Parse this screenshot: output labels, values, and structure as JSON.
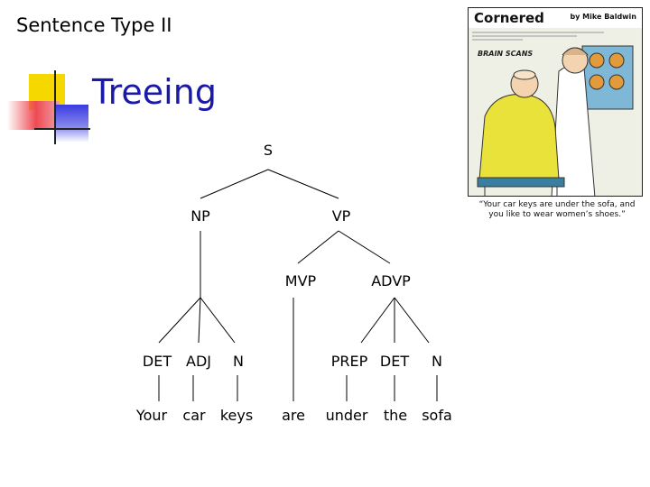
{
  "header": {
    "title": "Sentence Type II"
  },
  "slide": {
    "title": "Treeing"
  },
  "tree": {
    "root": "S",
    "level1": [
      "NP",
      "VP"
    ],
    "level2": [
      "MVP",
      "ADVP"
    ],
    "pos": [
      "DET",
      "ADJ",
      "N",
      "PREP",
      "DET",
      "N"
    ],
    "words": [
      "Your",
      "car",
      "keys",
      "are",
      "under",
      "the",
      "sofa"
    ]
  },
  "cartoon": {
    "title": "Cornered",
    "author": "by Mike Baldwin",
    "label": "BRAIN SCANS",
    "caption": "“Your car keys are under the sofa, and you like to wear women’s shoes.”"
  },
  "colors": {
    "title": "#1a1aa6",
    "deco_yellow": "#f5d800",
    "deco_red": "#e8333a",
    "deco_blue": "#3a3ae0"
  }
}
